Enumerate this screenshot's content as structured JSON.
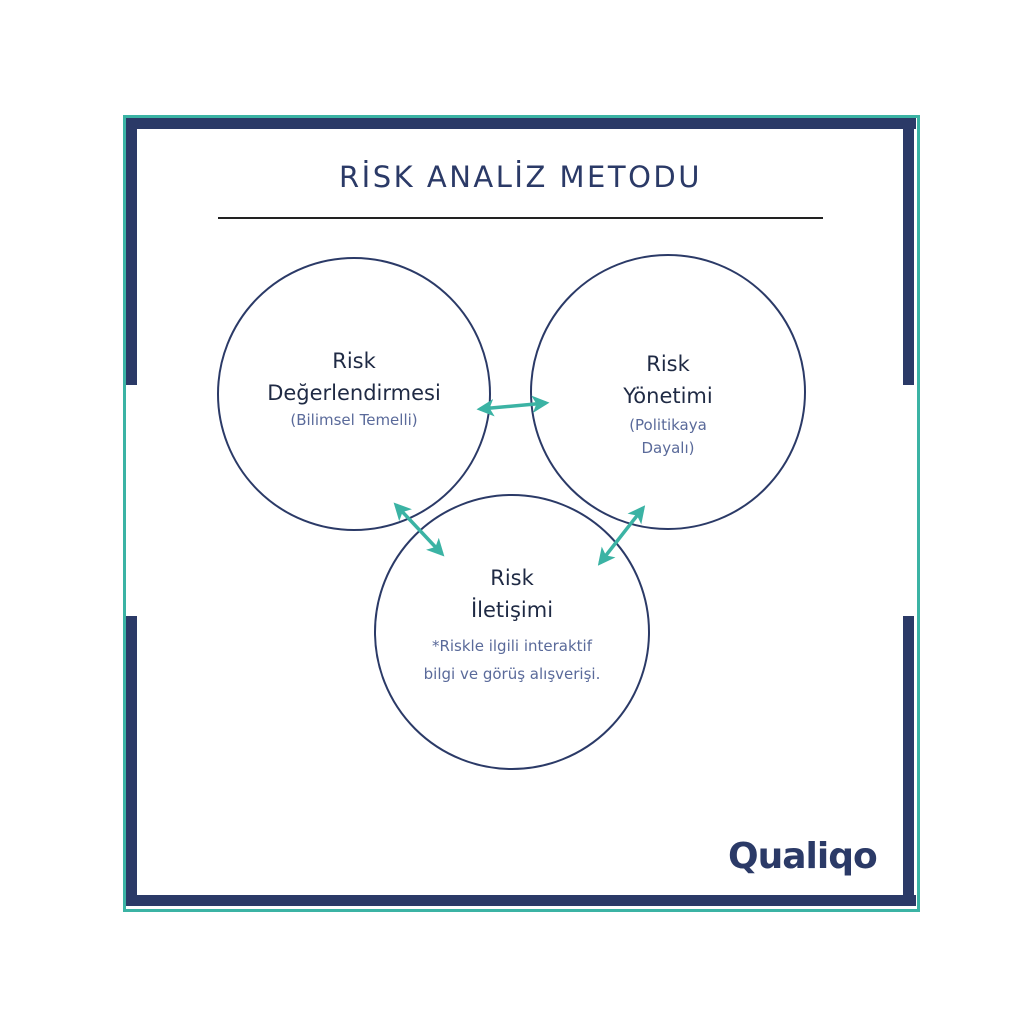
{
  "title": "RİSK ANALİZ METODU",
  "circles": [
    {
      "title_line1": "Risk",
      "title_line2": "Değerlendirmesi",
      "subtitle_lines": [
        "(Bilimsel Temelli)"
      ]
    },
    {
      "title_line1": "Risk",
      "title_line2": "Yönetimi",
      "subtitle_lines": [
        "(Politikaya",
        "Dayalı)"
      ]
    },
    {
      "title_line1": "Risk",
      "title_line2": "İletişimi",
      "subtitle_lines": [
        "*Riskle ilgili interaktif",
        "bilgi ve görüş alışverişi."
      ]
    }
  ],
  "logo": {
    "text": "Qualiqo"
  },
  "colors": {
    "navy": "#2b3a67",
    "teal": "#3bb3a4",
    "circle_stroke": "#2b3a67",
    "subtitle": "#5a6a9a"
  }
}
